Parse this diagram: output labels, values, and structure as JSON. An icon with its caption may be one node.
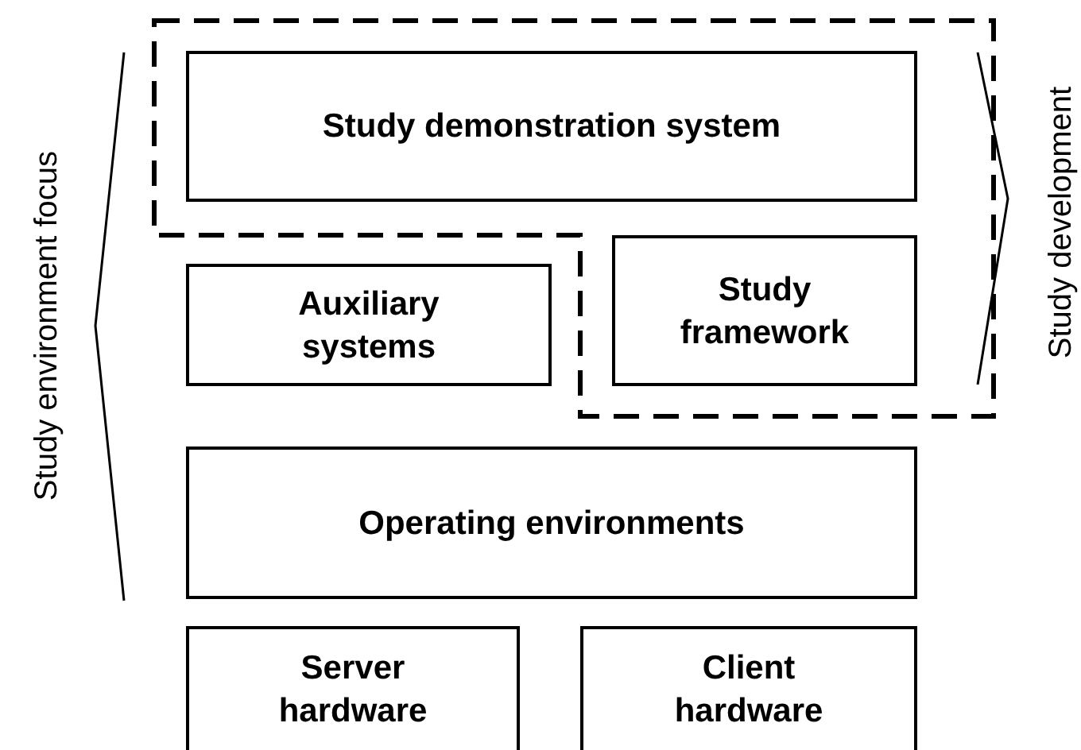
{
  "diagram": {
    "nodes": [
      {
        "text": [
          "Study demonstration system"
        ]
      },
      {
        "text": [
          "Auxiliary systems"
        ]
      },
      {
        "text": [
          "Study framework"
        ]
      },
      {
        "text": [
          "Operating environments"
        ]
      },
      {
        "text": [
          "Server hardware"
        ]
      },
      {
        "text": [
          "Client hardware"
        ]
      }
    ],
    "edges": [],
    "labels": [
      "Study environment focus",
      "Study development"
    ]
  }
}
